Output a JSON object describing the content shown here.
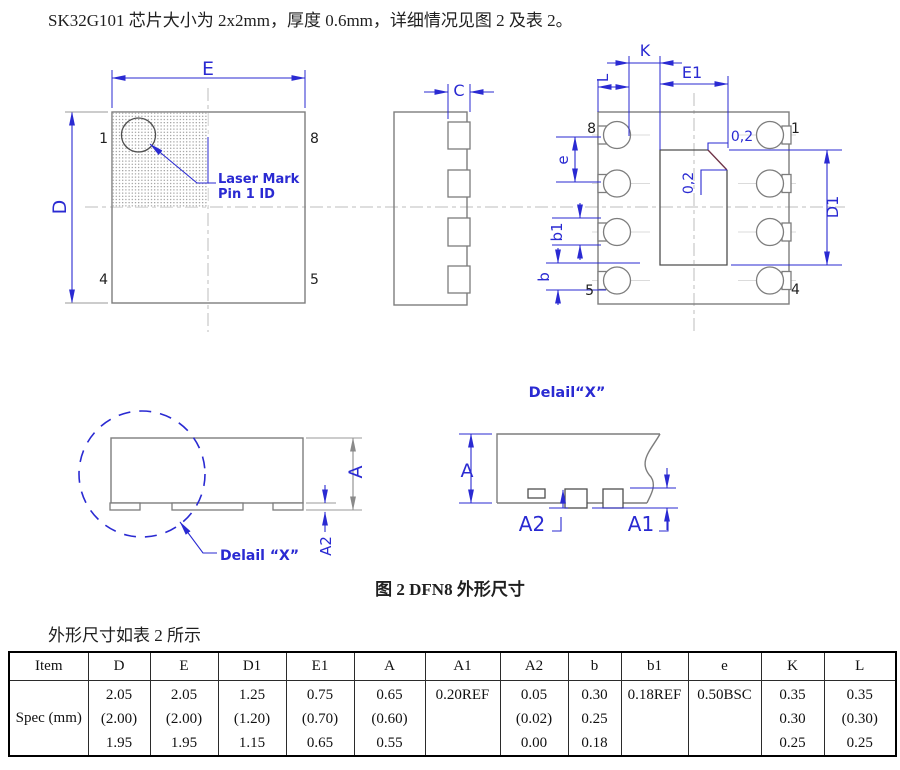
{
  "page": {
    "intro": "SK32G101 芯片大小为 2x2mm，厚度 0.6mm，详细情况见图 2 及表 2。",
    "figure_caption": "图 2 DFN8 外形尺寸",
    "table_intro": "外形尺寸如表 2 所示"
  },
  "colors": {
    "dimension_blue": "#2a2ad2",
    "outline_gray": "#7d7d7d",
    "pad_outline_dark": "#4f4f4f",
    "chamfer_maroon": "#6e3246",
    "centerline_gray": "#bcbcbc",
    "text_black": "#1f1f1f"
  },
  "top_view": {
    "dim_e": "E",
    "dim_d": "D",
    "pin_top_left": "1",
    "pin_top_right": "8",
    "pin_bottom_left": "4",
    "pin_bottom_right": "5",
    "laser_mark_line1": "Laser Mark",
    "laser_mark_line2": "Pin 1 ID"
  },
  "side_view": {
    "dim_c": "C"
  },
  "bottom_view": {
    "dim_k": "K",
    "dim_l": "L",
    "dim_e1": "E1",
    "dim_e": "e",
    "dim_b1": "b1",
    "dim_b": "b",
    "dim_d1": "D1",
    "dim_chamfer_h": "0,2",
    "dim_chamfer_v": "0,2",
    "pin_top_left": "8",
    "pin_top_right": "1",
    "pin_bottom_left": "5",
    "pin_bottom_right": "4"
  },
  "profile_view": {
    "dim_a": "A",
    "dim_a2": "A2",
    "detail_callout": "Delail “X”"
  },
  "detail_view": {
    "title": "Delail“X”",
    "dim_a": "A",
    "dim_a2": "A2",
    "dim_a1": "A1"
  },
  "table": {
    "item_header": "Item",
    "item_label": "Spec (mm)",
    "columns": [
      {
        "label": "D",
        "values": [
          "2.05",
          "(2.00)",
          "1.95"
        ]
      },
      {
        "label": "E",
        "values": [
          "2.05",
          "(2.00)",
          "1.95"
        ]
      },
      {
        "label": "D1",
        "values": [
          "1.25",
          "(1.20)",
          "1.15"
        ]
      },
      {
        "label": "E1",
        "values": [
          "0.75",
          "(0.70)",
          "0.65"
        ]
      },
      {
        "label": "A",
        "values": [
          "0.65",
          "(0.60)",
          "0.55"
        ]
      },
      {
        "label": "A1",
        "values": [
          "0.20REF",
          "",
          ""
        ]
      },
      {
        "label": "A2",
        "values": [
          "0.05",
          "(0.02)",
          "0.00"
        ]
      },
      {
        "label": "b",
        "values": [
          "0.30",
          "0.25",
          "0.18"
        ]
      },
      {
        "label": "b1",
        "values": [
          "0.18REF",
          "",
          ""
        ]
      },
      {
        "label": "e",
        "values": [
          "0.50BSC",
          "",
          ""
        ]
      },
      {
        "label": "K",
        "values": [
          "0.35",
          "0.30",
          "0.25"
        ]
      },
      {
        "label": "L",
        "values": [
          "0.35",
          "(0.30)",
          "0.25"
        ]
      }
    ]
  }
}
